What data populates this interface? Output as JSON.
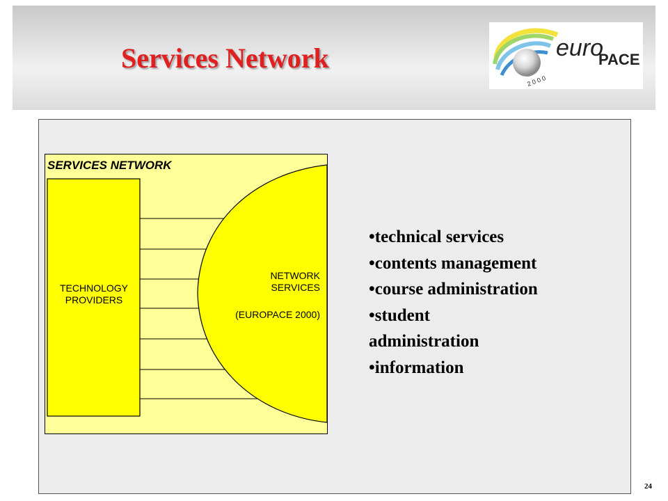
{
  "slide": {
    "title": "Services Network",
    "page_number": "24"
  },
  "logo": {
    "text_main": "euro",
    "text_bold": "PACE",
    "text_year": "2 0 0 0"
  },
  "diagram": {
    "title": "SERVICES NETWORK",
    "left_box_label": "TECHNOLOGY PROVIDERS",
    "right_shape_label": "NETWORK SERVICES",
    "right_shape_sublabel": "(EUROPACE 2000)",
    "connector_count": 7,
    "colors": {
      "fill": "#ffff00",
      "background": "#ffff99",
      "stroke": "#000000"
    }
  },
  "bullets": [
    "technical services",
    "contents management",
    "course administration",
    "student administration",
    "information"
  ],
  "colors": {
    "title": "#e02020",
    "panel": "#ececec"
  }
}
